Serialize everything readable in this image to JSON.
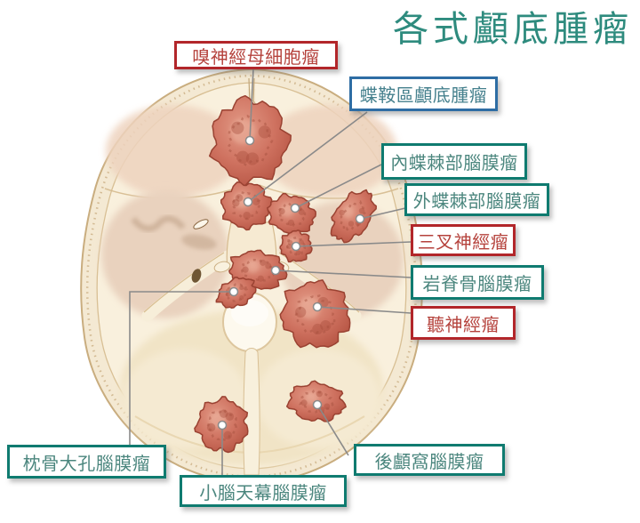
{
  "title": {
    "text": "各式顱底腫瘤"
  },
  "labels": [
    {
      "text": "嗅神經母細胞瘤",
      "style": "red"
    },
    {
      "text": "蝶鞍區顱底腫瘤",
      "style": "blue"
    },
    {
      "text": "內蝶棘部腦膜瘤",
      "style": "teal"
    },
    {
      "text": "外蝶棘部腦膜瘤",
      "style": "teal"
    },
    {
      "text": "三叉神經瘤",
      "style": "red"
    },
    {
      "text": "岩脊骨腦膜瘤",
      "style": "teal"
    },
    {
      "text": "聽神經瘤",
      "style": "red"
    },
    {
      "text": "枕骨大孔腦膜瘤",
      "style": "teal"
    },
    {
      "text": "小腦天幕腦膜瘤",
      "style": "teal"
    },
    {
      "text": "後顱窩腦膜瘤",
      "style": "teal"
    }
  ],
  "colors": {
    "title_teal": "#2e8b7e",
    "label_teal_border": "#0f7b70",
    "label_teal_text": "#4b867e",
    "label_red_border": "#b2262a",
    "label_red_text": "#b5423c",
    "label_blue_border": "#2e6da4",
    "label_blue_text": "#45808d",
    "leader_line": "#8a8a8a",
    "tumor_fill": "#c25a49",
    "bone_fill": "#f4e9d3"
  }
}
